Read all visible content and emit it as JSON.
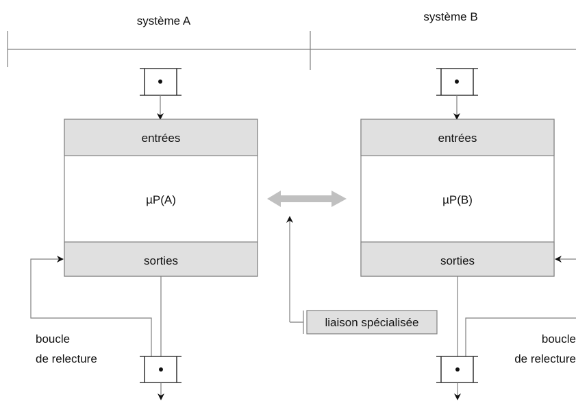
{
  "system_a": {
    "title": "système A",
    "inputs_label": "entrées",
    "processor_label": "µP(A)",
    "outputs_label": "sorties",
    "loop_label_line1": "boucle",
    "loop_label_line2": "de relecture"
  },
  "system_b": {
    "title": "système B",
    "inputs_label": "entrées",
    "processor_label": "µP(B)",
    "outputs_label": "sorties",
    "loop_label_line1": "boucle",
    "loop_label_line2": "de relecture"
  },
  "link": {
    "label": "liaison spécialisée"
  },
  "colors": {
    "line": "#7f7f7f",
    "box_fill": "#e0e0e0",
    "arrow_gray": "#c0c0c0",
    "text": "#111111"
  }
}
